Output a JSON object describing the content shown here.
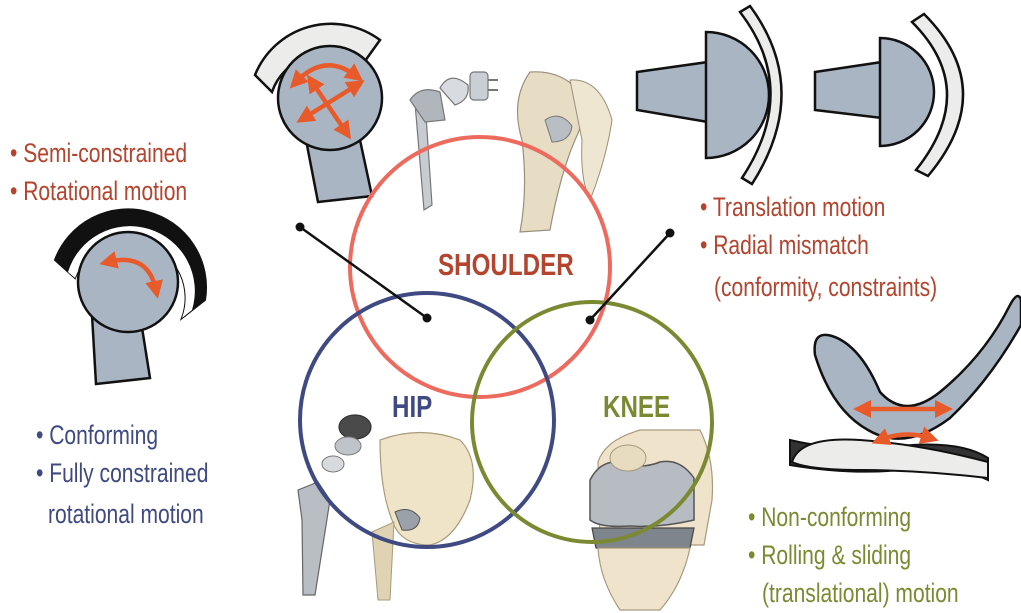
{
  "colors": {
    "shoulder": "#ec6b5e",
    "hip": "#3f4a82",
    "knee": "#7b8a32",
    "shoulder_text": "#b3442e",
    "hip_text": "#3f4a82",
    "knee_text": "#7b8a32",
    "component_fill": "#a9b5c2",
    "liner_fill": "#ececea",
    "arrow": "#e85a2a"
  },
  "circles": {
    "shoulder": "SHOULDER",
    "hip": "HIP",
    "knee": "KNEE"
  },
  "shoulder_left_text": {
    "line1": "• Semi-constrained",
    "line2": "• Rotational motion"
  },
  "hip_text": {
    "line1": "• Conforming",
    "line2": "• Fully constrained",
    "line3": "rotational motion"
  },
  "shoulder_right_text": {
    "line1": "• Translation motion",
    "line2": "• Radial mismatch",
    "line3": "(conformity, constraints)"
  },
  "knee_text": {
    "line1": "• Non-conforming",
    "line2": "• Rolling & sliding",
    "line3": "(translational) motion"
  },
  "icons": [
    "semi-constrained-joint-icon",
    "conforming-joint-icon",
    "radial-mismatch-joint-icon",
    "non-conforming-knee-joint-icon",
    "shoulder-implant-illustration",
    "hip-implant-illustration",
    "knee-implant-illustration"
  ]
}
